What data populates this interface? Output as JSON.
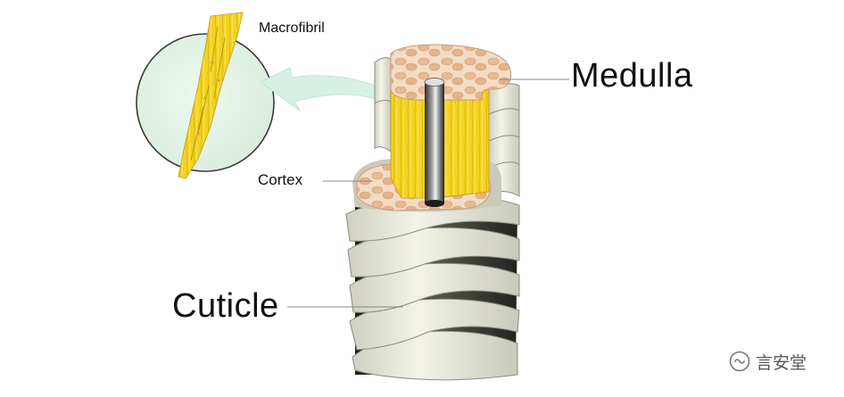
{
  "labels": {
    "macrofibril": "Macrofibril",
    "cortex": "Cortex",
    "medulla": "Medulla",
    "cuticle": "Cuticle"
  },
  "watermark": {
    "text": "言安堂",
    "icon": "wechat-official-account-icon"
  },
  "colors": {
    "cortex_fiber": "#f2d21f",
    "cortex_section": "#f0c9a6",
    "cuticle_scale": "#e8e8de",
    "cuticle_shadow": "#3a3a33",
    "macrofibril_bubble": "#e3f3e6",
    "arrow": "#d6f1e4",
    "medulla_rod": "#6b6b6b"
  }
}
